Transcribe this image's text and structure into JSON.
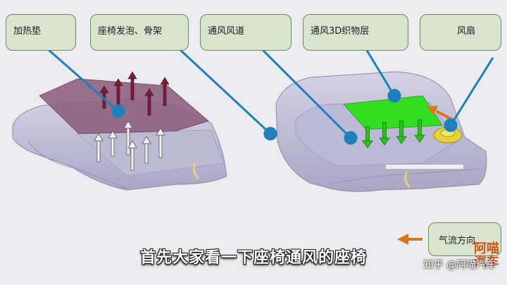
{
  "labels": {
    "heating_pad": "加热垫",
    "seat_foam_frame": "座椅发泡、骨架",
    "ventilation_duct": "通风风道",
    "ventilation_3d_layer": "通风3D织物层",
    "fan": "风扇",
    "airflow_direction": "气流方向"
  },
  "subtitle": "首先大家看一下座椅通风的座椅",
  "watermark": "知乎 @阿喵汽车",
  "watermark_logo": "阿喵汽车",
  "colors": {
    "box_fill": "#d9e4cf",
    "box_border": "#6c8a63",
    "leader_line": "#1f7fb8",
    "seat_body": "#c5c3da",
    "heating_pad": "#8a5a7a",
    "fabric_layer": "#33dd22",
    "fan": "#e8d23a",
    "airflow_arrow": "#d2781f",
    "hot_arrow": "#7a1e3c"
  }
}
